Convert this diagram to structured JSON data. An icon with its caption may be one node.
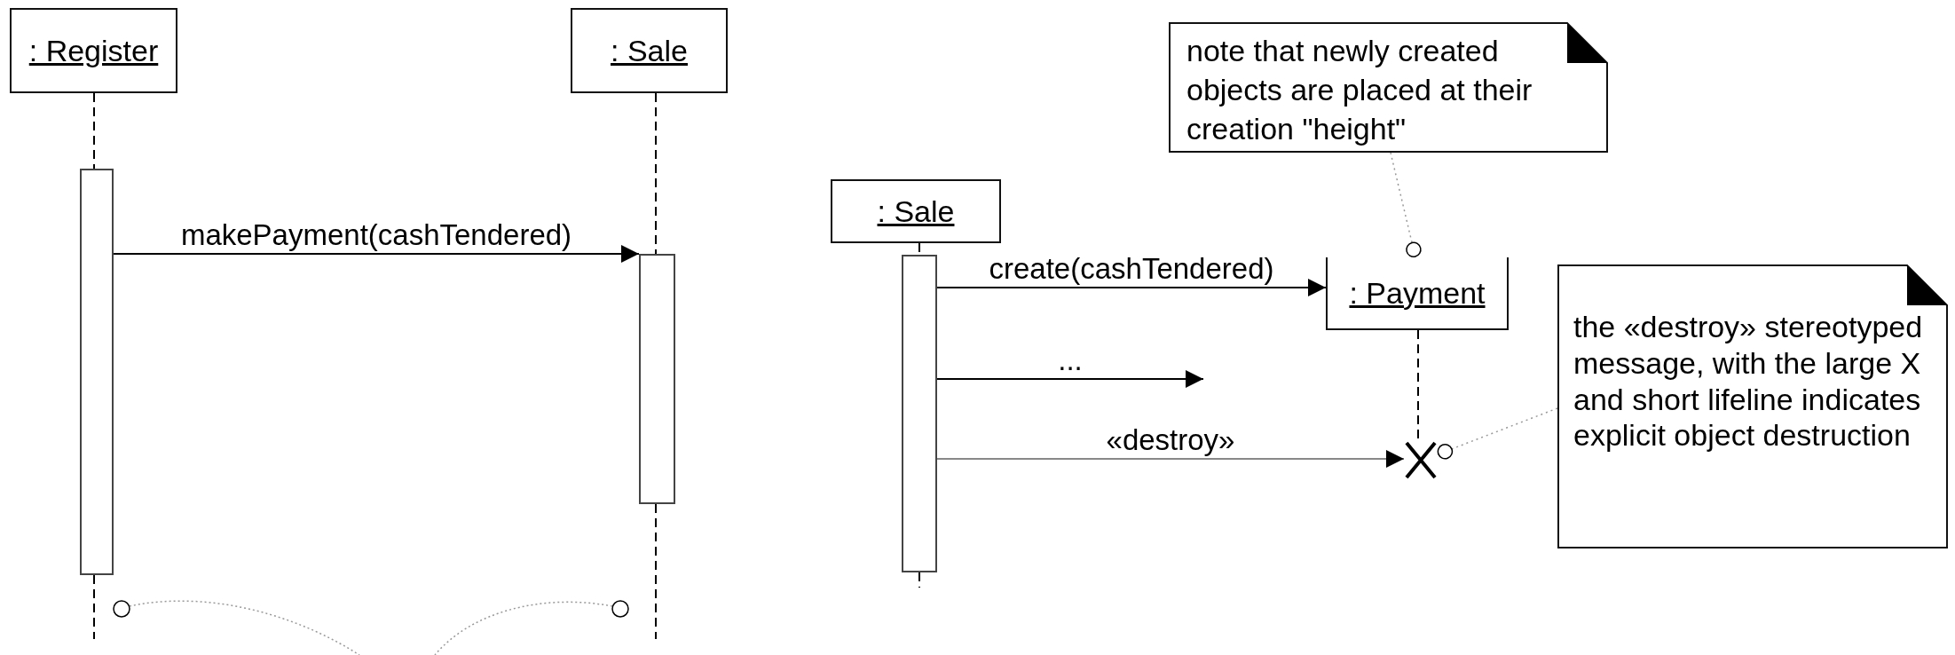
{
  "diagram": {
    "nodes": [
      {
        "text": [
          ": Register"
        ]
      },
      {
        "text": [],
        "shape": "bar"
      },
      {
        "text": [
          ": Sale"
        ]
      },
      {
        "text": [],
        "shape": "bar"
      },
      {
        "text": [
          ": Sale"
        ]
      },
      {
        "text": [],
        "shape": "bar"
      },
      {
        "text": [
          "note that newly created objects are placed at their creation \"height\""
        ]
      },
      {
        "text": [
          ": Payment"
        ]
      },
      {
        "text": [],
        "shape": "cross"
      },
      {
        "text": [
          "the «destroy» stereotyped message, with the large X and short lifeline indicates explicit object destruction"
        ]
      }
    ],
    "edges": [
      {
        "from": 1,
        "to": 3,
        "arrow": "to",
        "label": "makePayment(cashTendered)"
      },
      {
        "from": 5,
        "to": 7,
        "arrow": "to",
        "label": "create(cashTendered)"
      },
      {
        "from": 5,
        "to": null,
        "arrow": "to",
        "label": "..."
      },
      {
        "from": 5,
        "to": 8,
        "arrow": "to",
        "label": "«destroy»",
        "color": "#888888"
      },
      {
        "from": 6,
        "to": 7,
        "arrow": "other",
        "style": "dashed",
        "color": "#999999"
      },
      {
        "from": 9,
        "to": 8,
        "arrow": "other",
        "style": "dashed",
        "color": "#999999"
      },
      {
        "from": 0,
        "to": 1,
        "arrow": "none",
        "style": "dashed"
      },
      {
        "from": 1,
        "to": null,
        "arrow": "none",
        "style": "dashed"
      },
      {
        "from": 2,
        "to": 3,
        "arrow": "none",
        "style": "dashed"
      },
      {
        "from": 3,
        "to": null,
        "arrow": "none",
        "style": "dashed"
      },
      {
        "from": 4,
        "to": 5,
        "arrow": "none",
        "style": "dashed"
      },
      {
        "from": 5,
        "to": null,
        "arrow": "none",
        "style": "dashed"
      },
      {
        "from": 7,
        "to": 8,
        "arrow": "none",
        "style": "dashed"
      }
    ]
  }
}
